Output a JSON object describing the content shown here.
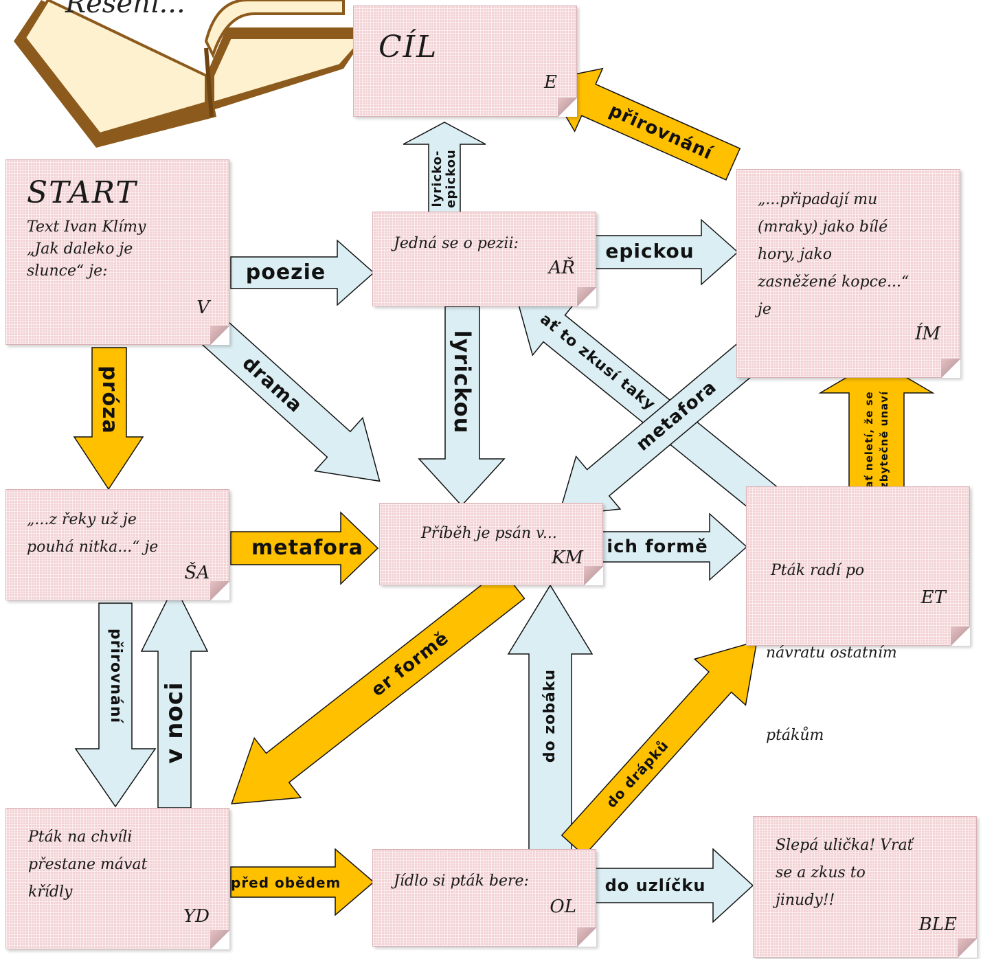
{
  "colors": {
    "light_arrow": "#dbeef3",
    "orange_arrow": "#ffc000",
    "note": "#f3d3d6",
    "book": "#9c6b2a"
  },
  "book": {
    "label": "Řešení..."
  },
  "nodes": {
    "cil": {
      "title": "CÍL",
      "code": "E"
    },
    "start": {
      "title": "START",
      "lines": [
        "Text Ivan Klímy",
        "„Jak daleko je",
        "slunce“ je:"
      ],
      "code": "V"
    },
    "ar": {
      "lines": [
        "Jedná se o pezii:"
      ],
      "code": "AŘ"
    },
    "im": {
      "lines": [
        "„...připadají mu",
        "(mraky) jako bílé",
        "hory, jako",
        "zasněžené kopce...“",
        "je"
      ],
      "code": "ÍM"
    },
    "sa": {
      "lines": [
        "„...z řeky už je",
        "pouhá nitka...“ je"
      ],
      "code": "ŠA"
    },
    "km": {
      "lines": [
        "Příběh je psán v..."
      ],
      "code": "KM"
    },
    "et": {
      "lines": [
        " Pták radí po",
        "návratu ostatním",
        "ptákům"
      ],
      "code": "ET"
    },
    "yd": {
      "lines": [
        "Pták na chvíli",
        "přestane mávat",
        "křídly"
      ],
      "code": "YD"
    },
    "ol": {
      "lines": [
        "Jídlo si pták bere:"
      ],
      "code": "OL"
    },
    "ble": {
      "lines": [
        "Slepá ulička! Vrať",
        "se a zkus to",
        "jinudy!!"
      ],
      "code": "BLE"
    }
  },
  "arrows": {
    "lyricko": [
      "lyricko-",
      "epickou"
    ],
    "prirovnani_top": "přirovnání",
    "poezie": "poezie",
    "epickou": "epickou",
    "lyrickou": "lyrickou",
    "atto": "ať to zkusí taky",
    "metafora_diag": "metafora",
    "drama": "drama",
    "proza": "próza",
    "atneleti": [
      "ať neletí, že se",
      "zbytečně unaví"
    ],
    "metafora_h": "metafora",
    "ichforme": "ich formě",
    "erforme": "er formě",
    "prirovnani_v": "přirovnání",
    "vnoci": "v noci",
    "dozobaku": "do zobáku",
    "drapku": "do drápků",
    "predobedem": "před obědem",
    "douzlicku": "do uzlíčku"
  }
}
